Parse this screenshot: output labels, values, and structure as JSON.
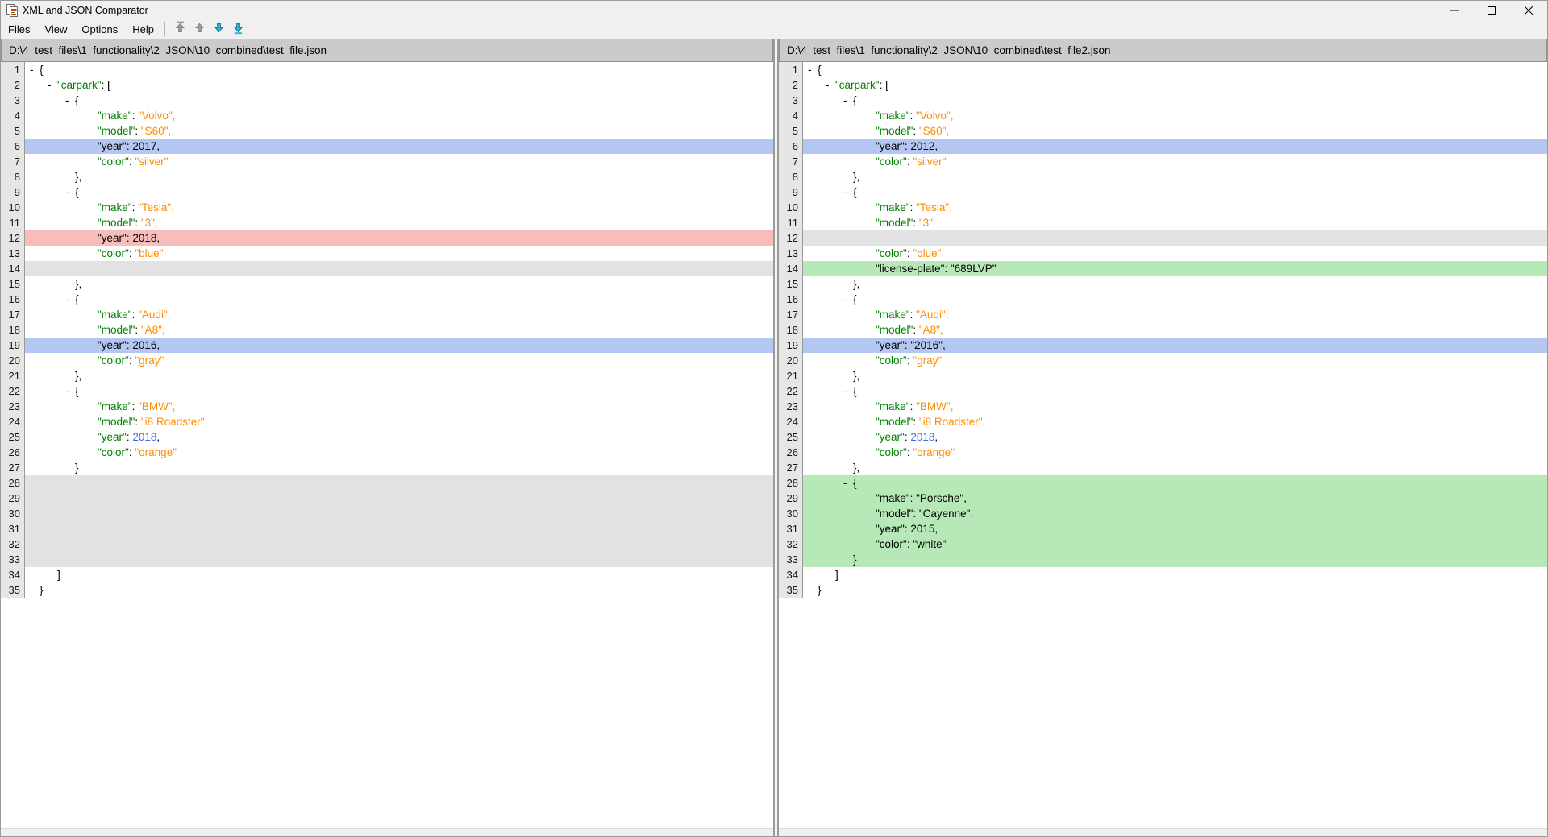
{
  "window": {
    "title": "XML and JSON Comparator",
    "controls": {
      "minimize": "minimize",
      "maximize": "maximize",
      "close": "close"
    }
  },
  "menu": {
    "items": [
      "Files",
      "View",
      "Options",
      "Help"
    ]
  },
  "toolbar": {
    "buttons": [
      {
        "name": "first-difference",
        "icon": "arrow-up-bar-icon",
        "enabled": false
      },
      {
        "name": "previous-difference",
        "icon": "arrow-up-icon",
        "enabled": false
      },
      {
        "name": "next-difference",
        "icon": "arrow-down-icon",
        "enabled": true
      },
      {
        "name": "last-difference",
        "icon": "arrow-down-bar-icon",
        "enabled": true
      }
    ]
  },
  "colors": {
    "key": "#008000",
    "string": "#ff8c00",
    "number": "#4169e1",
    "plain": "#000000",
    "diff_changed": "#b3c7f2",
    "diff_removed": "#f7bdbd",
    "diff_added": "#b7e8b7",
    "diff_placeholder": "#e2e2e2",
    "gutter_bg": "#e6e6e6",
    "header_bg": "#cbcbcb",
    "arrow_enabled": "#23b6d7",
    "arrow_disabled": "#9a9a9a"
  },
  "left_pane": {
    "path": "D:\\4_test_files\\1_functionality\\2_JSON\\10_combined\\test_file.json",
    "lines": [
      {
        "n": 1,
        "hl": "",
        "d": true,
        "pad": 18,
        "seg": [
          [
            "{",
            "p"
          ]
        ]
      },
      {
        "n": 2,
        "hl": "",
        "d": true,
        "pad": 40,
        "seg": [
          [
            "\"carpark\"",
            "k"
          ],
          [
            ": ",
            "p"
          ],
          [
            "[",
            "p"
          ]
        ]
      },
      {
        "n": 3,
        "hl": "",
        "d": true,
        "pad": 62,
        "seg": [
          [
            "{",
            "p"
          ]
        ]
      },
      {
        "n": 4,
        "hl": "",
        "d": false,
        "pad": 90,
        "seg": [
          [
            "\"make\"",
            "k"
          ],
          [
            ": ",
            "p"
          ],
          [
            "\"Volvo\",",
            "s"
          ]
        ]
      },
      {
        "n": 5,
        "hl": "",
        "d": false,
        "pad": 90,
        "seg": [
          [
            "\"model\"",
            "k"
          ],
          [
            ": ",
            "p"
          ],
          [
            "\"S60\",",
            "s"
          ]
        ]
      },
      {
        "n": 6,
        "hl": "blue",
        "d": false,
        "pad": 90,
        "seg": [
          [
            "\"year\": 2017,",
            "p"
          ]
        ]
      },
      {
        "n": 7,
        "hl": "",
        "d": false,
        "pad": 90,
        "seg": [
          [
            "\"color\"",
            "k"
          ],
          [
            ": ",
            "p"
          ],
          [
            "\"silver\"",
            "s"
          ]
        ]
      },
      {
        "n": 8,
        "hl": "",
        "d": false,
        "pad": 62,
        "seg": [
          [
            "},",
            "p"
          ]
        ]
      },
      {
        "n": 9,
        "hl": "",
        "d": true,
        "pad": 62,
        "seg": [
          [
            "{",
            "p"
          ]
        ]
      },
      {
        "n": 10,
        "hl": "",
        "d": false,
        "pad": 90,
        "seg": [
          [
            "\"make\"",
            "k"
          ],
          [
            ": ",
            "p"
          ],
          [
            "\"Tesla\",",
            "s"
          ]
        ]
      },
      {
        "n": 11,
        "hl": "",
        "d": false,
        "pad": 90,
        "seg": [
          [
            "\"model\"",
            "k"
          ],
          [
            ": ",
            "p"
          ],
          [
            "\"3\",",
            "s"
          ]
        ]
      },
      {
        "n": 12,
        "hl": "red",
        "d": false,
        "pad": 90,
        "seg": [
          [
            "\"year\": 2018,",
            "p"
          ]
        ]
      },
      {
        "n": 13,
        "hl": "",
        "d": false,
        "pad": 90,
        "seg": [
          [
            "\"color\"",
            "k"
          ],
          [
            ": ",
            "p"
          ],
          [
            "\"blue\"",
            "s"
          ]
        ]
      },
      {
        "n": 14,
        "hl": "gray",
        "d": false,
        "pad": 90,
        "seg": []
      },
      {
        "n": 15,
        "hl": "",
        "d": false,
        "pad": 62,
        "seg": [
          [
            "},",
            "p"
          ]
        ]
      },
      {
        "n": 16,
        "hl": "",
        "d": true,
        "pad": 62,
        "seg": [
          [
            "{",
            "p"
          ]
        ]
      },
      {
        "n": 17,
        "hl": "",
        "d": false,
        "pad": 90,
        "seg": [
          [
            "\"make\"",
            "k"
          ],
          [
            ": ",
            "p"
          ],
          [
            "\"Audi\",",
            "s"
          ]
        ]
      },
      {
        "n": 18,
        "hl": "",
        "d": false,
        "pad": 90,
        "seg": [
          [
            "\"model\"",
            "k"
          ],
          [
            ": ",
            "p"
          ],
          [
            "\"A8\",",
            "s"
          ]
        ]
      },
      {
        "n": 19,
        "hl": "blue",
        "d": false,
        "pad": 90,
        "seg": [
          [
            "\"year\": 2016,",
            "p"
          ]
        ]
      },
      {
        "n": 20,
        "hl": "",
        "d": false,
        "pad": 90,
        "seg": [
          [
            "\"color\"",
            "k"
          ],
          [
            ": ",
            "p"
          ],
          [
            "\"gray\"",
            "s"
          ]
        ]
      },
      {
        "n": 21,
        "hl": "",
        "d": false,
        "pad": 62,
        "seg": [
          [
            "},",
            "p"
          ]
        ]
      },
      {
        "n": 22,
        "hl": "",
        "d": true,
        "pad": 62,
        "seg": [
          [
            "{",
            "p"
          ]
        ]
      },
      {
        "n": 23,
        "hl": "",
        "d": false,
        "pad": 90,
        "seg": [
          [
            "\"make\"",
            "k"
          ],
          [
            ": ",
            "p"
          ],
          [
            "\"BMW\",",
            "s"
          ]
        ]
      },
      {
        "n": 24,
        "hl": "",
        "d": false,
        "pad": 90,
        "seg": [
          [
            "\"model\"",
            "k"
          ],
          [
            ": ",
            "p"
          ],
          [
            "\"i8 Roadster\",",
            "s"
          ]
        ]
      },
      {
        "n": 25,
        "hl": "",
        "d": false,
        "pad": 90,
        "seg": [
          [
            "\"year\"",
            "k"
          ],
          [
            ": ",
            "p"
          ],
          [
            "2018",
            "n"
          ],
          [
            ",",
            "p"
          ]
        ]
      },
      {
        "n": 26,
        "hl": "",
        "d": false,
        "pad": 90,
        "seg": [
          [
            "\"color\"",
            "k"
          ],
          [
            ": ",
            "p"
          ],
          [
            "\"orange\"",
            "s"
          ]
        ]
      },
      {
        "n": 27,
        "hl": "",
        "d": false,
        "pad": 62,
        "seg": [
          [
            "}",
            "p"
          ]
        ]
      },
      {
        "n": 28,
        "hl": "gray",
        "d": false,
        "pad": 90,
        "seg": []
      },
      {
        "n": 29,
        "hl": "gray",
        "d": false,
        "pad": 90,
        "seg": []
      },
      {
        "n": 30,
        "hl": "gray",
        "d": false,
        "pad": 90,
        "seg": []
      },
      {
        "n": 31,
        "hl": "gray",
        "d": false,
        "pad": 90,
        "seg": []
      },
      {
        "n": 32,
        "hl": "gray",
        "d": false,
        "pad": 90,
        "seg": []
      },
      {
        "n": 33,
        "hl": "gray",
        "d": false,
        "pad": 90,
        "seg": []
      },
      {
        "n": 34,
        "hl": "",
        "d": false,
        "pad": 40,
        "seg": [
          [
            "]",
            "p"
          ]
        ]
      },
      {
        "n": 35,
        "hl": "",
        "d": false,
        "pad": 18,
        "seg": [
          [
            "}",
            "p"
          ]
        ]
      }
    ]
  },
  "right_pane": {
    "path": "D:\\4_test_files\\1_functionality\\2_JSON\\10_combined\\test_file2.json",
    "lines": [
      {
        "n": 1,
        "hl": "",
        "d": true,
        "pad": 18,
        "seg": [
          [
            "{",
            "p"
          ]
        ]
      },
      {
        "n": 2,
        "hl": "",
        "d": true,
        "pad": 40,
        "seg": [
          [
            "\"carpark\"",
            "k"
          ],
          [
            ": ",
            "p"
          ],
          [
            "[",
            "p"
          ]
        ]
      },
      {
        "n": 3,
        "hl": "",
        "d": true,
        "pad": 62,
        "seg": [
          [
            "{",
            "p"
          ]
        ]
      },
      {
        "n": 4,
        "hl": "",
        "d": false,
        "pad": 90,
        "seg": [
          [
            "\"make\"",
            "k"
          ],
          [
            ": ",
            "p"
          ],
          [
            "\"Volvo\",",
            "s"
          ]
        ]
      },
      {
        "n": 5,
        "hl": "",
        "d": false,
        "pad": 90,
        "seg": [
          [
            "\"model\"",
            "k"
          ],
          [
            ": ",
            "p"
          ],
          [
            "\"S60\",",
            "s"
          ]
        ]
      },
      {
        "n": 6,
        "hl": "blue",
        "d": false,
        "pad": 90,
        "seg": [
          [
            "\"year\": 2012,",
            "p"
          ]
        ]
      },
      {
        "n": 7,
        "hl": "",
        "d": false,
        "pad": 90,
        "seg": [
          [
            "\"color\"",
            "k"
          ],
          [
            ": ",
            "p"
          ],
          [
            "\"silver\"",
            "s"
          ]
        ]
      },
      {
        "n": 8,
        "hl": "",
        "d": false,
        "pad": 62,
        "seg": [
          [
            "},",
            "p"
          ]
        ]
      },
      {
        "n": 9,
        "hl": "",
        "d": true,
        "pad": 62,
        "seg": [
          [
            "{",
            "p"
          ]
        ]
      },
      {
        "n": 10,
        "hl": "",
        "d": false,
        "pad": 90,
        "seg": [
          [
            "\"make\"",
            "k"
          ],
          [
            ": ",
            "p"
          ],
          [
            "\"Tesla\",",
            "s"
          ]
        ]
      },
      {
        "n": 11,
        "hl": "",
        "d": false,
        "pad": 90,
        "seg": [
          [
            "\"model\"",
            "k"
          ],
          [
            ": ",
            "p"
          ],
          [
            "\"3\"",
            "s"
          ]
        ]
      },
      {
        "n": 12,
        "hl": "gray",
        "d": false,
        "pad": 90,
        "seg": []
      },
      {
        "n": 13,
        "hl": "",
        "d": false,
        "pad": 90,
        "seg": [
          [
            "\"color\"",
            "k"
          ],
          [
            ": ",
            "p"
          ],
          [
            "\"blue\",",
            "s"
          ]
        ]
      },
      {
        "n": 14,
        "hl": "green",
        "d": false,
        "pad": 90,
        "seg": [
          [
            "\"license-plate\": \"689LVP\"",
            "p"
          ]
        ]
      },
      {
        "n": 15,
        "hl": "",
        "d": false,
        "pad": 62,
        "seg": [
          [
            "},",
            "p"
          ]
        ]
      },
      {
        "n": 16,
        "hl": "",
        "d": true,
        "pad": 62,
        "seg": [
          [
            "{",
            "p"
          ]
        ]
      },
      {
        "n": 17,
        "hl": "",
        "d": false,
        "pad": 90,
        "seg": [
          [
            "\"make\"",
            "k"
          ],
          [
            ": ",
            "p"
          ],
          [
            "\"Audi\",",
            "s"
          ]
        ]
      },
      {
        "n": 18,
        "hl": "",
        "d": false,
        "pad": 90,
        "seg": [
          [
            "\"model\"",
            "k"
          ],
          [
            ": ",
            "p"
          ],
          [
            "\"A8\",",
            "s"
          ]
        ]
      },
      {
        "n": 19,
        "hl": "blue",
        "d": false,
        "pad": 90,
        "seg": [
          [
            "\"year\": \"2016\",",
            "p"
          ]
        ]
      },
      {
        "n": 20,
        "hl": "",
        "d": false,
        "pad": 90,
        "seg": [
          [
            "\"color\"",
            "k"
          ],
          [
            ": ",
            "p"
          ],
          [
            "\"gray\"",
            "s"
          ]
        ]
      },
      {
        "n": 21,
        "hl": "",
        "d": false,
        "pad": 62,
        "seg": [
          [
            "},",
            "p"
          ]
        ]
      },
      {
        "n": 22,
        "hl": "",
        "d": true,
        "pad": 62,
        "seg": [
          [
            "{",
            "p"
          ]
        ]
      },
      {
        "n": 23,
        "hl": "",
        "d": false,
        "pad": 90,
        "seg": [
          [
            "\"make\"",
            "k"
          ],
          [
            ": ",
            "p"
          ],
          [
            "\"BMW\",",
            "s"
          ]
        ]
      },
      {
        "n": 24,
        "hl": "",
        "d": false,
        "pad": 90,
        "seg": [
          [
            "\"model\"",
            "k"
          ],
          [
            ": ",
            "p"
          ],
          [
            "\"i8 Roadster\",",
            "s"
          ]
        ]
      },
      {
        "n": 25,
        "hl": "",
        "d": false,
        "pad": 90,
        "seg": [
          [
            "\"year\"",
            "k"
          ],
          [
            ": ",
            "p"
          ],
          [
            "2018",
            "n"
          ],
          [
            ",",
            "p"
          ]
        ]
      },
      {
        "n": 26,
        "hl": "",
        "d": false,
        "pad": 90,
        "seg": [
          [
            "\"color\"",
            "k"
          ],
          [
            ": ",
            "p"
          ],
          [
            "\"orange\"",
            "s"
          ]
        ]
      },
      {
        "n": 27,
        "hl": "",
        "d": false,
        "pad": 62,
        "seg": [
          [
            "},",
            "p"
          ]
        ]
      },
      {
        "n": 28,
        "hl": "green",
        "d": true,
        "pad": 62,
        "seg": [
          [
            "{",
            "p"
          ]
        ]
      },
      {
        "n": 29,
        "hl": "green",
        "d": false,
        "pad": 90,
        "seg": [
          [
            "\"make\": \"Porsche\",",
            "p"
          ]
        ]
      },
      {
        "n": 30,
        "hl": "green",
        "d": false,
        "pad": 90,
        "seg": [
          [
            "\"model\": \"Cayenne\",",
            "p"
          ]
        ]
      },
      {
        "n": 31,
        "hl": "green",
        "d": false,
        "pad": 90,
        "seg": [
          [
            "\"year\": 2015,",
            "p"
          ]
        ]
      },
      {
        "n": 32,
        "hl": "green",
        "d": false,
        "pad": 90,
        "seg": [
          [
            "\"color\": \"white\"",
            "p"
          ]
        ]
      },
      {
        "n": 33,
        "hl": "green",
        "d": false,
        "pad": 62,
        "seg": [
          [
            "}",
            "p"
          ]
        ]
      },
      {
        "n": 34,
        "hl": "",
        "d": false,
        "pad": 40,
        "seg": [
          [
            "]",
            "p"
          ]
        ]
      },
      {
        "n": 35,
        "hl": "",
        "d": false,
        "pad": 18,
        "seg": [
          [
            "}",
            "p"
          ]
        ]
      }
    ]
  }
}
